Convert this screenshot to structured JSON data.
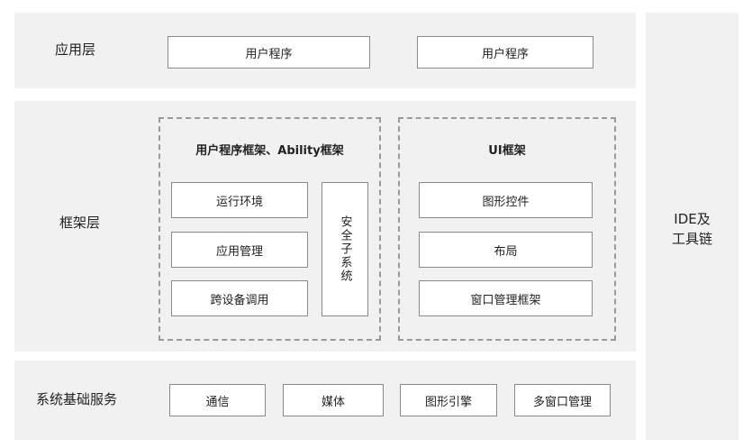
{
  "application_layer": {
    "label": "应用层",
    "boxes": [
      "用户程序",
      "用户程序"
    ]
  },
  "framework_layer": {
    "label": "框架层",
    "left_group": {
      "title": "用户程序框架、Ability框架",
      "items": [
        "运行环境",
        "应用管理",
        "跨设备调用"
      ],
      "security": "安全子系统"
    },
    "right_group": {
      "title": "UI框架",
      "items": [
        "图形控件",
        "布局",
        "窗口管理框架"
      ]
    }
  },
  "system_services_layer": {
    "label": "系统基础服务",
    "items": [
      "通信",
      "媒体",
      "图形引擎",
      "多窗口管理"
    ]
  },
  "side_panel": {
    "line1": "IDE及",
    "line2": "工具链"
  }
}
